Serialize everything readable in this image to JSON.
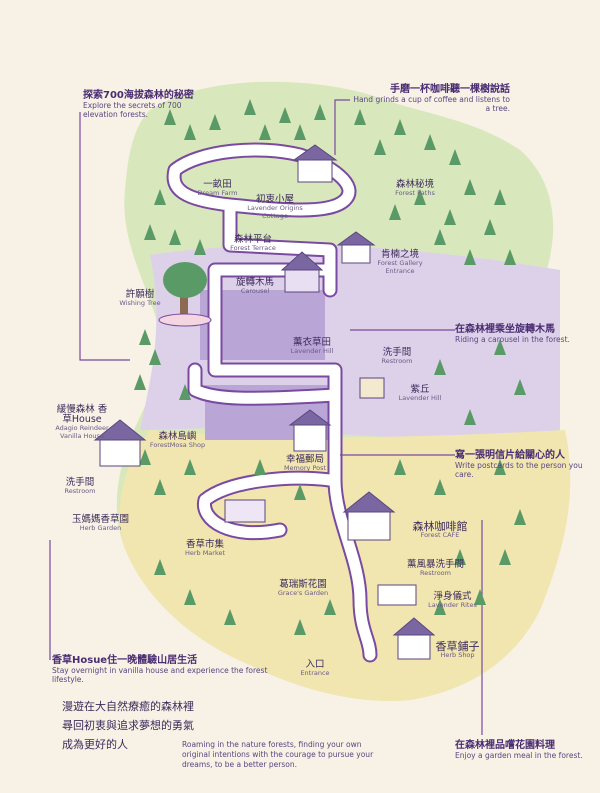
{
  "colors": {
    "background": "#f7f1e6",
    "forest_green": "#d9e8bc",
    "tree_green": "#5a9a66",
    "lavender": "#ddd1ea",
    "lavender_dark": "#7a66a0",
    "sand_yellow": "#f1e6b0",
    "path_purple": "#7a4aa0",
    "path_fill": "#ffffff"
  },
  "annotations": {
    "explore": {
      "zh": "探索700海拔森林的秘密",
      "en": "Explore the secrets of 700 elevation forests."
    },
    "coffee": {
      "zh": "手磨一杯咖啡聽一棵樹說話",
      "en": "Hand grinds a cup of coffee and listens to a tree."
    },
    "carousel": {
      "zh": "在森林裡乘坐旋轉木馬",
      "en": "Riding a carousel in the forest."
    },
    "postcard": {
      "zh": "寫一張明信片給關心的人",
      "en": "Write postcards to the person you care."
    },
    "hosue": {
      "zh": "香草Hosue住一晚體驗山居生活",
      "en": "Stay overnight in vanilla house and experience the forest lifestyle."
    },
    "garden_meal": {
      "zh": "在森林裡品嚐花園料理",
      "en": "Enjoy a garden meal in the forest."
    }
  },
  "places": {
    "dream_farm": {
      "zh": "一畝田",
      "en": "Dream Farm"
    },
    "cottage": {
      "zh": "初衷小屋",
      "en": "Lavender Origins Cottage"
    },
    "forest_paths": {
      "zh": "森林秘境",
      "en": "Forest Paths"
    },
    "forest_terrace": {
      "zh": "森林平台",
      "en": "Forest Terrace"
    },
    "gallery": {
      "zh": "肯楠之境",
      "en": "Forest Gallery Entrance"
    },
    "carousel": {
      "zh": "旋轉木馬",
      "en": "Carousel"
    },
    "wishing_tree": {
      "zh": "許願樹",
      "en": "Wishing Tree"
    },
    "lavender_hill_sign": {
      "zh": "薰衣草田",
      "en": "Lavender Hill"
    },
    "restroom_1": {
      "zh": "洗手間",
      "en": "Restroom"
    },
    "lavender_hill": {
      "zh": "紫丘",
      "en": "Lavender Hill"
    },
    "adagio": {
      "zh": "緩慢森林 香草House",
      "en": "Adagio Reindeer Vanilla House"
    },
    "forestmosa": {
      "zh": "森林島嶼",
      "en": "ForestMosa Shop"
    },
    "memory_post": {
      "zh": "幸福郵局",
      "en": "Memory Post"
    },
    "restroom_2": {
      "zh": "洗手間",
      "en": "Restroom"
    },
    "herb_garden": {
      "zh": "玉媽媽香草園",
      "en": "Herb Garden"
    },
    "herb_market": {
      "zh": "香草市集",
      "en": "Herb Market"
    },
    "grace_garden": {
      "zh": "葛瑞斯花園",
      "en": "Grace's Garden"
    },
    "forest_cafe": {
      "zh": "森林咖啡館",
      "en": "Forest CAFE"
    },
    "restroom_3": {
      "zh": "薰風暴洗手間",
      "en": "Restroom"
    },
    "lavender_rites": {
      "zh": "淨身儀式",
      "en": "Lavender Rites"
    },
    "herb_shop": {
      "zh": "香草鋪子",
      "en": "Herb Shop"
    },
    "entrance": {
      "zh": "入口",
      "en": "Entrance"
    }
  },
  "slogan": {
    "zh_1": "漫遊在大自然療癒的森林裡",
    "zh_2": "尋回初衷與追求夢想的勇氣",
    "zh_3": "成為更好的人",
    "en": "Roaming in the nature forests, finding your own original intentions with the courage to pursue your dreams, to be a better person."
  }
}
